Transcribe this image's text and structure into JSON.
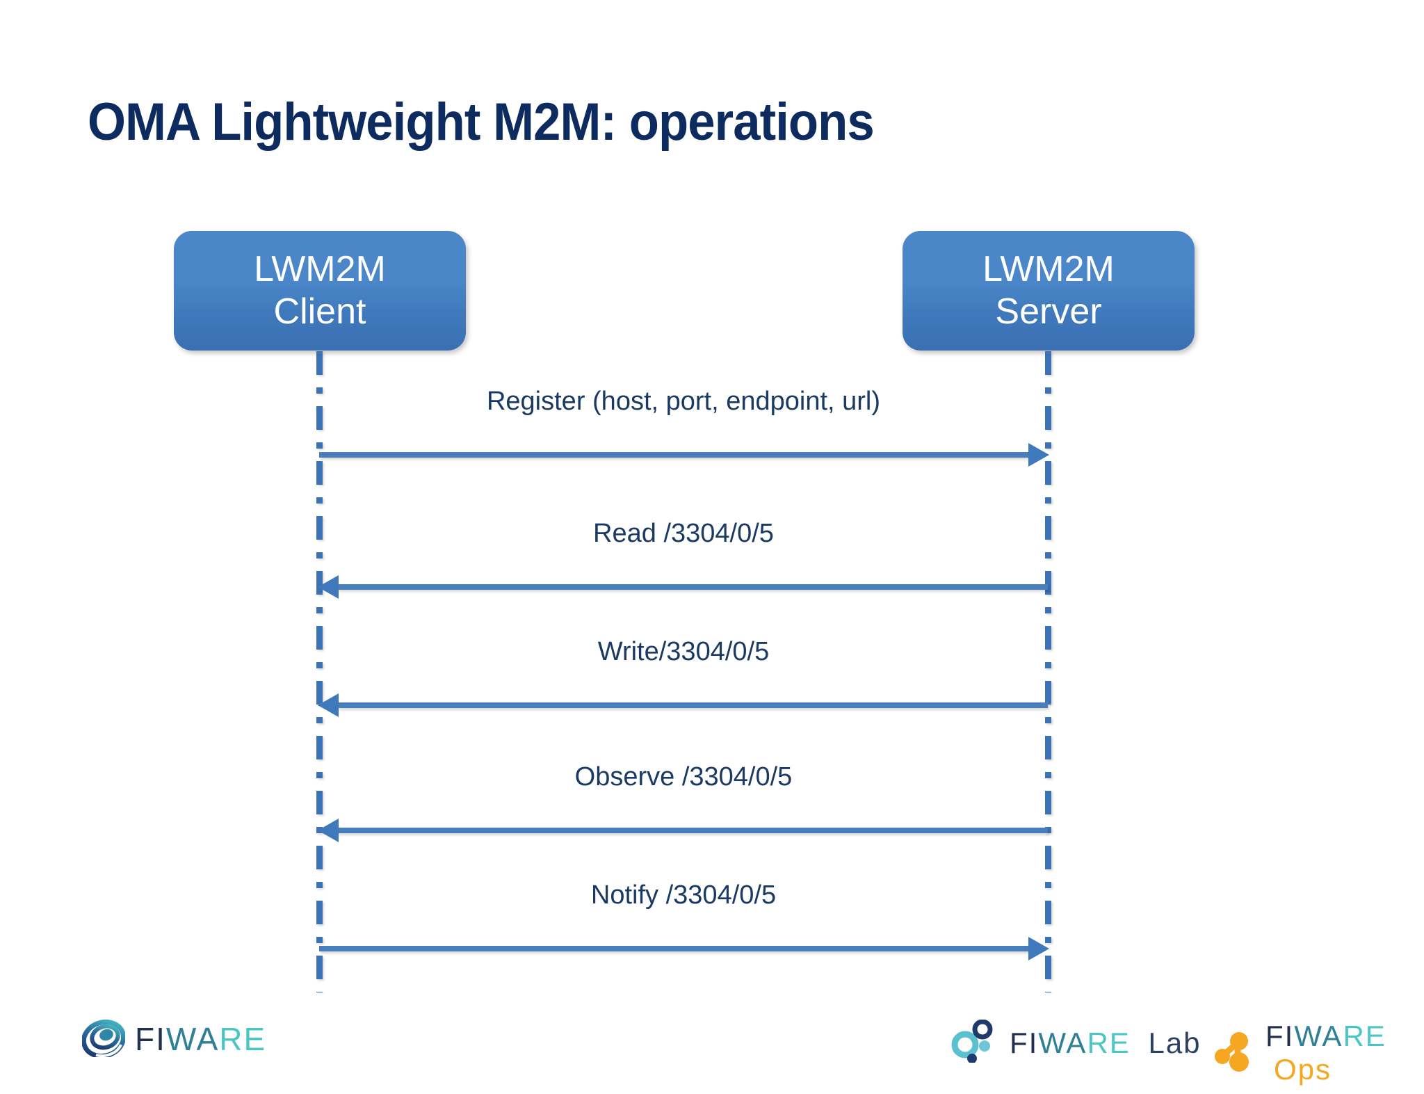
{
  "slide": {
    "title": "OMA Lightweight M2M: operations",
    "title_color": "#0d2b5e",
    "background": "#ffffff"
  },
  "diagram": {
    "type": "sequence-diagram",
    "accent_color": "#4a86c8",
    "line_color": "#4a7ebb",
    "label_color": "#1b3a63",
    "actors": [
      {
        "id": "client",
        "line1": "LWM2M",
        "line2": "Client"
      },
      {
        "id": "server",
        "line1": "LWM2M",
        "line2": "Server"
      }
    ],
    "messages": [
      {
        "index": 1,
        "label": "Register (host, port, endpoint, url)",
        "from": "client",
        "to": "server",
        "direction": "right"
      },
      {
        "index": 2,
        "label": "Read /3304/0/5",
        "from": "server",
        "to": "client",
        "direction": "left"
      },
      {
        "index": 3,
        "label": "Write/3304/0/5",
        "from": "server",
        "to": "client",
        "direction": "left"
      },
      {
        "index": 4,
        "label": "Observe /3304/0/5",
        "from": "server",
        "to": "client",
        "direction": "left"
      },
      {
        "index": 5,
        "label": "Notify /3304/0/5",
        "from": "client",
        "to": "server",
        "direction": "right"
      }
    ]
  },
  "footer": {
    "left_logo": {
      "icon": "fiware-swirl-icon",
      "part1": "FI",
      "part2": "WA",
      "part3": "RE"
    },
    "lab_logo": {
      "icon": "fiware-lab-dots-icon",
      "part1": "FI",
      "part2": "WA",
      "part3": "RE",
      "suffix": "Lab"
    },
    "ops_logo": {
      "icon": "fiware-ops-molecule-icon",
      "part1": "FI",
      "part2": "WA",
      "part3": "RE",
      "suffix": "Ops",
      "suffix_color": "#f5a623"
    }
  }
}
